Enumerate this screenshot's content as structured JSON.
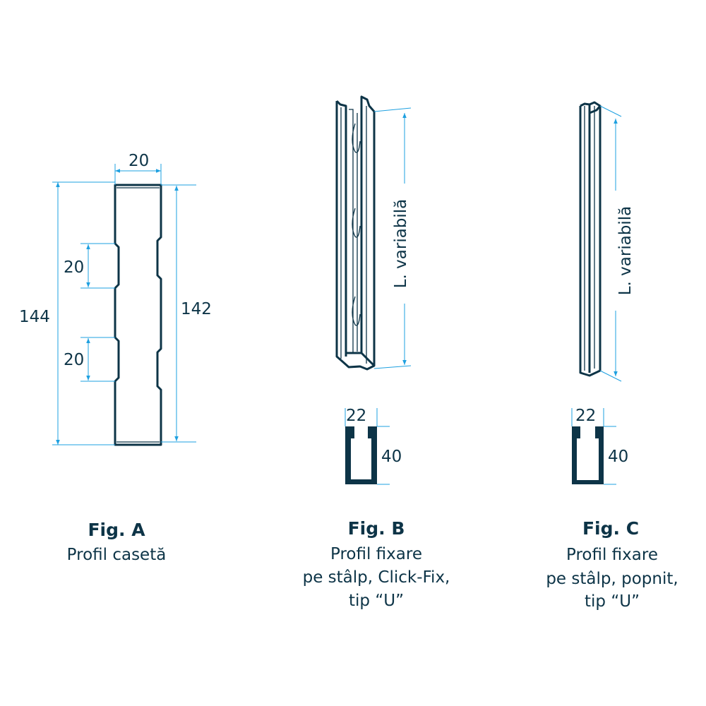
{
  "colors": {
    "outline": "#0d3447",
    "dimension": "#1ea0e0"
  },
  "figures": [
    {
      "id": "A",
      "title": "Fig. A",
      "caption": [
        "Profil casetă"
      ],
      "dims": {
        "width": "20",
        "total_height": "144",
        "inner_height": "142",
        "notch_1": "20",
        "notch_2": "20"
      }
    },
    {
      "id": "B",
      "title": "Fig. B",
      "caption": [
        "Profil fixare",
        "pe stâlp, Click-Fix,",
        "tip “U”"
      ],
      "dims": {
        "length": "L. variabilă",
        "width": "22",
        "height": "40"
      }
    },
    {
      "id": "C",
      "title": "Fig. C",
      "caption": [
        "Profil fixare",
        "pe stâlp, popnit,",
        "tip “U”"
      ],
      "dims": {
        "length": "L. variabilă",
        "width": "22",
        "height": "40"
      }
    }
  ]
}
